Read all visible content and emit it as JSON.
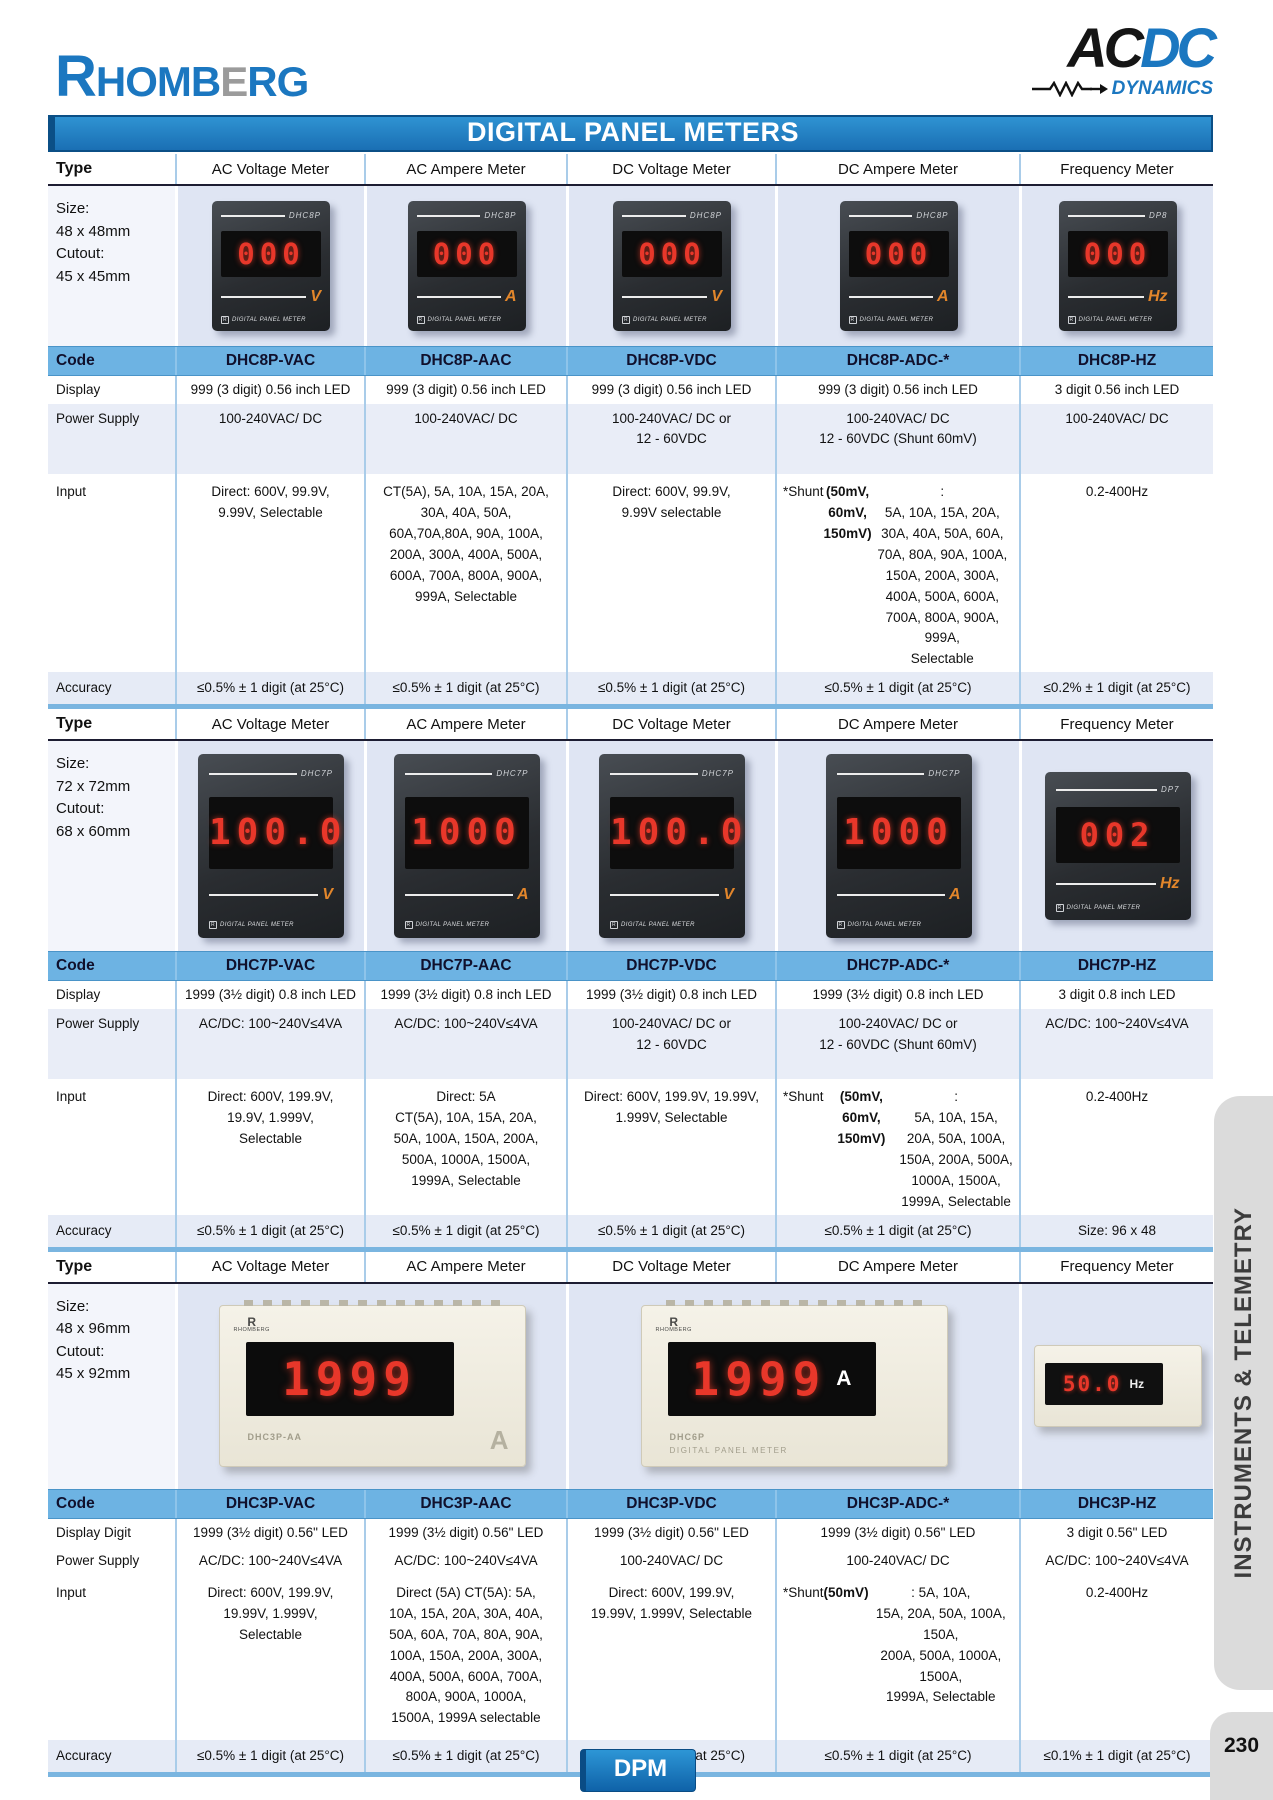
{
  "page": {
    "brand_r": "R",
    "brand_homb": "HOMB",
    "brand_e": "E",
    "brand_rg": "RG",
    "acdc_ac": "AC",
    "acdc_dc": "DC",
    "acdc_dynamics": "DYNAMICS",
    "title": "DIGITAL PANEL METERS",
    "footer_button": "DPM",
    "page_number": "230",
    "sidebar_label": "INSTRUMENTS & TELEMETRY"
  },
  "colors": {
    "brand_blue": "#1b77c0",
    "banner_blue": "#1e77b8",
    "code_row_blue": "#6db3e3",
    "lcd_red": "#e8372a",
    "unit_orange": "#e2862b",
    "tab_gray": "#dbdbdb"
  },
  "labels": {
    "type": "Type",
    "code": "Code",
    "display": "Display",
    "display_digit": "Display Digit",
    "power_supply": "Power Supply",
    "input": "Input",
    "accuracy": "Accuracy",
    "meter_caption": "DIGITAL PANEL METER"
  },
  "sections": [
    {
      "size_text": "Size:\n48 x 48mm\nCutout:\n45 x 45mm",
      "columns": [
        {
          "type": "AC Voltage Meter",
          "code": "DHC8P-VAC",
          "display": "999 (3 digit) 0.56 inch LED",
          "power": "100-240VAC/ DC",
          "input": "Direct: 600V, 99.9V,\n9.99V, Selectable",
          "accuracy": "≤0.5% ± 1 digit (at 25°C)",
          "meter": {
            "model": "DHC8P",
            "reading": "000",
            "unit": "V"
          }
        },
        {
          "type": "AC Ampere Meter",
          "code": "DHC8P-AAC",
          "display": "999 (3 digit) 0.56 inch LED",
          "power": "100-240VAC/ DC",
          "input": "CT(5A), 5A, 10A, 15A, 20A,\n30A, 40A, 50A,\n60A,70A,80A, 90A, 100A,\n200A, 300A, 400A, 500A,\n600A, 700A, 800A, 900A,\n999A, Selectable",
          "accuracy": "≤0.5% ± 1 digit (at 25°C)",
          "meter": {
            "model": "DHC8P",
            "reading": "000",
            "unit": "A"
          }
        },
        {
          "type": "DC Voltage Meter",
          "code": "DHC8P-VDC",
          "display": "999 (3 digit) 0.56 inch LED",
          "power": "100-240VAC/ DC or\n12 - 60VDC",
          "input": "Direct: 600V, 99.9V,\n9.99V selectable",
          "accuracy": "≤0.5% ± 1 digit (at 25°C)",
          "meter": {
            "model": "DHC8P",
            "reading": "000",
            "unit": "V"
          }
        },
        {
          "type": "DC Ampere Meter",
          "code": "DHC8P-ADC-*",
          "display": "999 (3 digit) 0.56 inch LED",
          "power": "100-240VAC/ DC\n12 - 60VDC (Shunt 60mV)",
          "input": "*Shunt **(50mV, 60mV, 150mV)**:\n5A, 10A, 15A, 20A, 30A, 40A, 50A, 60A, 70A, 80A, 90A, 100A, 150A, 200A, 300A, 400A, 500A, 600A, 700A, 800A, 900A, 999A,\nSelectable",
          "accuracy": "≤0.5% ± 1 digit (at 25°C)",
          "meter": {
            "model": "DHC8P",
            "reading": "000",
            "unit": "A"
          }
        },
        {
          "type": "Frequency Meter",
          "code": "DHC8P-HZ",
          "display": "3 digit 0.56 inch LED",
          "power": "100-240VAC/ DC",
          "input": "0.2-400Hz",
          "accuracy": "≤0.2% ± 1 digit (at 25°C)",
          "meter": {
            "model": "DP8",
            "reading": "000",
            "unit": "Hz"
          }
        }
      ]
    },
    {
      "size_text": "Size:\n72 x 72mm\nCutout:\n68 x 60mm",
      "columns": [
        {
          "type": "AC Voltage Meter",
          "code": "DHC7P-VAC",
          "display": "1999 (3½ digit) 0.8 inch LED",
          "power": "AC/DC: 100~240V≤4VA",
          "input": "Direct: 600V, 199.9V,\n19.9V, 1.999V,\nSelectable",
          "accuracy": "≤0.5% ± 1 digit (at 25°C)",
          "meter": {
            "model": "DHC7P",
            "reading": "100.0",
            "unit": "V"
          }
        },
        {
          "type": "AC Ampere Meter",
          "code": "DHC7P-AAC",
          "display": "1999 (3½ digit) 0.8 inch LED",
          "power": "AC/DC: 100~240V≤4VA",
          "input": "Direct: 5A\nCT(5A), 10A, 15A, 20A,\n50A, 100A, 150A, 200A,\n500A, 1000A, 1500A,\n1999A, Selectable",
          "accuracy": "≤0.5% ± 1 digit (at 25°C)",
          "meter": {
            "model": "DHC7P",
            "reading": "1000",
            "unit": "A"
          }
        },
        {
          "type": "DC Voltage Meter",
          "code": "DHC7P-VDC",
          "display": "1999 (3½ digit) 0.8 inch LED",
          "power": "100-240VAC/ DC or\n12 - 60VDC",
          "input": "Direct: 600V, 199.9V, 19.99V,\n1.999V, Selectable",
          "accuracy": "≤0.5% ± 1 digit (at 25°C)",
          "meter": {
            "model": "DHC7P",
            "reading": "100.0",
            "unit": "V"
          }
        },
        {
          "type": "DC Ampere Meter",
          "code": "DHC7P-ADC-*",
          "display": "1999 (3½ digit) 0.8 inch LED",
          "power": "100-240VAC/ DC or\n12 - 60VDC (Shunt 60mV)",
          "input": "*Shunt **(50mV, 60mV, 150mV)**:\n5A, 10A, 15A, 20A, 50A, 100A,\n150A, 200A, 500A, 1000A, 1500A,\n1999A, Selectable",
          "accuracy": "≤0.5% ± 1 digit (at 25°C)",
          "meter": {
            "model": "DHC7P",
            "reading": "1000",
            "unit": "A"
          }
        },
        {
          "type": "Frequency Meter",
          "code": "DHC7P-HZ",
          "display": "3 digit 0.8 inch LED",
          "power": "AC/DC: 100~240V≤4VA",
          "input": "0.2-400Hz",
          "accuracy": "Size: 96 x 48",
          "meter": {
            "model": "DP7",
            "reading": "002",
            "unit": "Hz"
          }
        }
      ]
    },
    {
      "size_text": "Size:\n48 x 96mm\nCutout:\n45 x 92mm",
      "columns": [
        {
          "type": "AC Voltage Meter",
          "code": "DHC3P-VAC",
          "display": "1999 (3½ digit) 0.56\" LED",
          "power": "AC/DC: 100~240V≤4VA",
          "input": "Direct: 600V, 199.9V,\n19.99V, 1.999V,\nSelectable",
          "accuracy": "≤0.5% ± 1 digit (at 25°C)"
        },
        {
          "type": "AC Ampere Meter",
          "code": "DHC3P-AAC",
          "display": "1999 (3½ digit) 0.56\" LED",
          "power": "AC/DC: 100~240V≤4VA",
          "input": "Direct (5A) CT(5A): 5A,\n10A, 15A, 20A, 30A, 40A,\n50A, 60A, 70A, 80A, 90A,\n100A, 150A, 200A, 300A,\n400A, 500A, 600A, 700A,\n800A, 900A, 1000A,\n1500A, 1999A selectable",
          "accuracy": "≤0.5% ± 1 digit (at 25°C)"
        },
        {
          "type": "DC Voltage Meter",
          "code": "DHC3P-VDC",
          "display": "1999 (3½ digit) 0.56\" LED",
          "power": "100-240VAC/ DC",
          "input": "Direct: 600V, 199.9V,\n19.99V, 1.999V, Selectable",
          "accuracy": "≤0.5% ± 1 digit (at 25°C)"
        },
        {
          "type": "DC Ampere Meter",
          "code": "DHC3P-ADC-*",
          "display": "1999 (3½ digit) 0.56\" LED",
          "power": "100-240VAC/ DC",
          "input": "*Shunt **(50mV)**: 5A, 10A,\n15A, 20A, 50A, 100A, 150A,\n200A, 500A, 1000A, 1500A,\n1999A, Selectable",
          "accuracy": "≤0.5% ± 1 digit (at 25°C)"
        },
        {
          "type": "Frequency Meter",
          "code": "DHC3P-HZ",
          "display": "3 digit 0.56\" LED",
          "power": "AC/DC: 100~240V≤4VA",
          "input": "0.2-400Hz",
          "accuracy": "≤0.1% ± 1 digit (at 25°C)"
        }
      ],
      "meters": [
        {
          "brand_r": "R",
          "brand": "RHOMBERG",
          "model": "DHC3P-AA",
          "reading": "1999",
          "unit": "A"
        },
        {
          "brand_r": "R",
          "brand": "RHOMBERG",
          "model": "DHC6P",
          "reading": "1999",
          "unit": "A",
          "caption": "DIGITAL PANEL METER"
        },
        {
          "reading": "50.0",
          "unit": "Hz"
        }
      ]
    }
  ]
}
